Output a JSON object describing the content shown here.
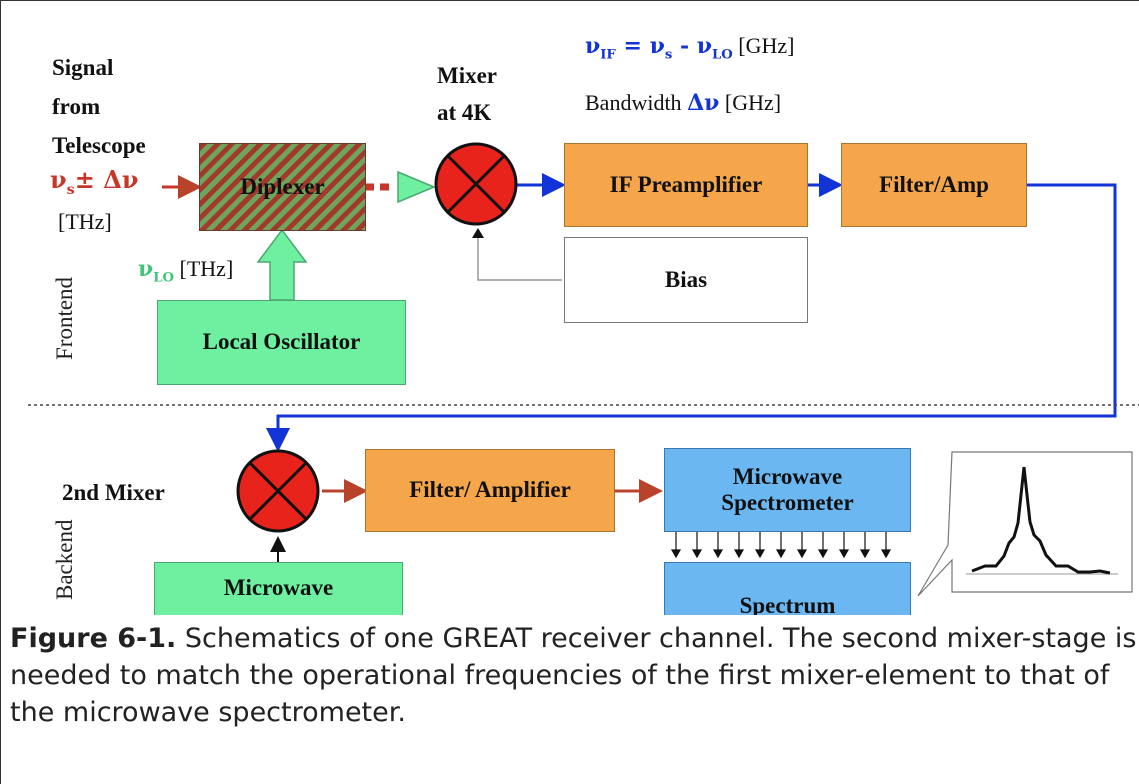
{
  "diagram": {
    "signal_label": "Signal\nfrom\nTelescope",
    "signal_freq": "νs± Δν",
    "signal_unit": "[THz]",
    "lo_unit": "[THz]",
    "mixer_label": "Mixer\nat 4K",
    "if_formula": "νIF = νs - νLO",
    "if_unit": "[GHz]",
    "bandwidth_label": "Bandwidth",
    "bandwidth_symbol": "Δν",
    "bandwidth_unit": "[GHz]",
    "diplexer": "Diplexer",
    "local_oscillator": "Local Oscillator",
    "if_preamplifier": "IF Preamplifier",
    "filter_amp": "Filter/Amp",
    "bias": "Bias",
    "frontend": "Frontend",
    "backend": "Backend",
    "second_mixer": "2nd Mixer",
    "filter_amplifier": "Filter/ Amplifier",
    "microwave_spectrometer": "Microwave\nSpectrometer",
    "microwave": "Microwave",
    "spectrum": "Spectrum",
    "colors": {
      "orange": "#f5a64a",
      "green": "#6ef0a0",
      "blue": "#6bb7f2",
      "red_mixer": "#e8231b",
      "signal_red": "#c8362a",
      "wire_blue": "#1233d6"
    }
  },
  "caption": {
    "label": "Figure 6-1.",
    "text": " Schematics of one GREAT receiver channel. The second mixer-stage is needed to match the operational frequencies of the first mixer-element to that of the microwave spectrometer."
  }
}
